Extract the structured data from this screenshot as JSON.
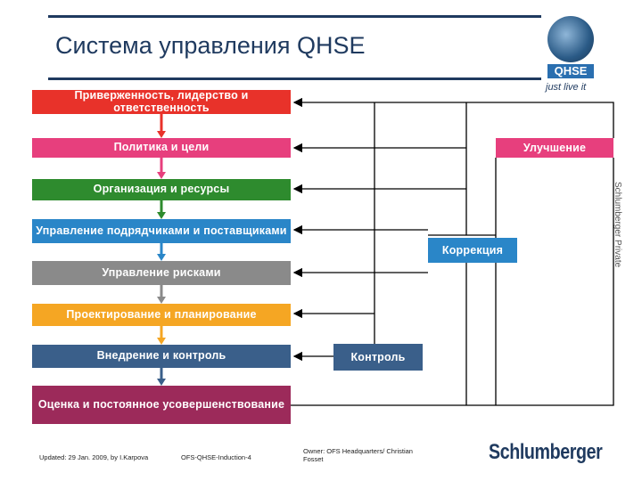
{
  "slide": {
    "title": "Система управления QHSE"
  },
  "logo": {
    "band_text": "QHSE",
    "tagline": "just live it"
  },
  "side_label": "Schlumberger Private",
  "steps": [
    {
      "label": "Приверженность, лидерство и ответственность",
      "color": "#e8322a"
    },
    {
      "label": "Политика и цели",
      "color": "#e73f7d"
    },
    {
      "label": "Организация и ресурсы",
      "color": "#2e8b2e"
    },
    {
      "label": "Управление подрядчиками и поставщиками",
      "color": "#2a86c8"
    },
    {
      "label": "Управление рисками",
      "color": "#8a8a8a"
    },
    {
      "label": "Проектирование и планирование",
      "color": "#f5a623"
    },
    {
      "label": "Внедрение и контроль",
      "color": "#3a5f8a"
    },
    {
      "label": "Оценка и постоянное усовершенствование",
      "color": "#9c2a5a"
    }
  ],
  "feedback": {
    "improvement": {
      "label": "Улучшение",
      "color": "#e73f7d"
    },
    "correction": {
      "label": "Коррекция",
      "color": "#2a86c8"
    },
    "control": {
      "label": "Контроль",
      "color": "#3a5f8a"
    }
  },
  "footer": {
    "updated": "Updated: 29 Jan. 2009, by I.Karpova",
    "code": "OFS-QHSE-Induction-4",
    "owner": "Owner: OFS Headquarters/ Christian Fosset",
    "brand": "Schlumberger"
  }
}
